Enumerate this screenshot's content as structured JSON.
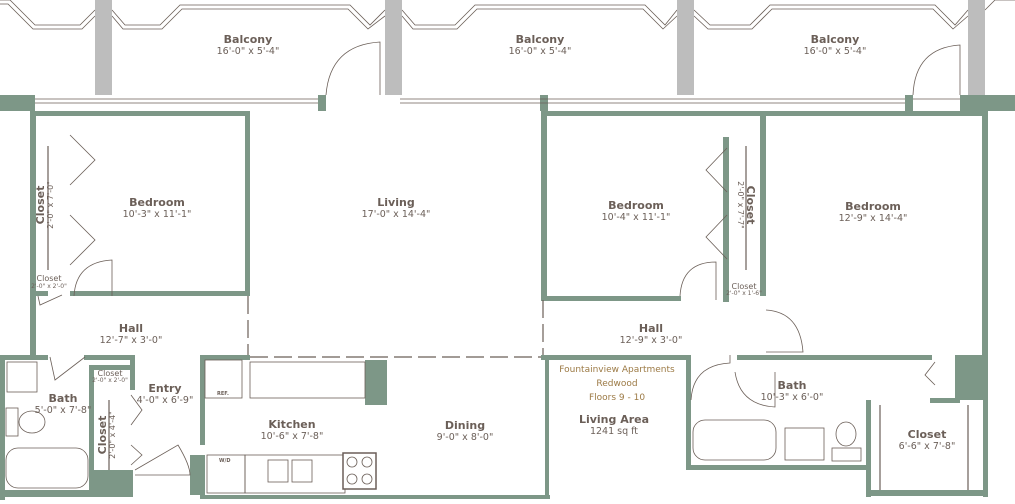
{
  "rooms": {
    "balcony1": {
      "name": "Balcony",
      "dim": "16'-0\" x 5'-4\""
    },
    "balcony2": {
      "name": "Balcony",
      "dim": "16'-0\" x 5'-4\""
    },
    "balcony3": {
      "name": "Balcony",
      "dim": "16'-0\" x 5'-4\""
    },
    "bedroom1": {
      "name": "Bedroom",
      "dim": "10'-3\" x 11'-1\""
    },
    "living": {
      "name": "Living",
      "dim": "17'-0\" x 14'-4\""
    },
    "bedroom2": {
      "name": "Bedroom",
      "dim": "10'-4\" x 11'-1\""
    },
    "bedroom3": {
      "name": "Bedroom",
      "dim": "12'-9\" x 14'-4\""
    },
    "closet_left_tall": {
      "name": "Closet",
      "dim": "2'-0\" x 7'-0\""
    },
    "closet_left_small": {
      "name": "Closet",
      "dim": "2'-0\" x 2'-0\""
    },
    "closet_right_tall": {
      "name": "Closet",
      "dim": "2'-0\" x 7'-7\""
    },
    "closet_right_small": {
      "name": "Closet",
      "dim": "2'-0\" x 1'-6\""
    },
    "hall1": {
      "name": "Hall",
      "dim": "12'-7\" x 3'-0\""
    },
    "hall2": {
      "name": "Hall",
      "dim": "12'-9\" x 3'-0\""
    },
    "bath1": {
      "name": "Bath",
      "dim": "5'-0\" x 7'-8\""
    },
    "closet_bath": {
      "name": "Closet",
      "dim": "2'-0\" x 2'-0\""
    },
    "entry": {
      "name": "Entry",
      "dim": "4'-0\" x 6'-9\""
    },
    "closet_entry": {
      "name": "Closet",
      "dim": "2'-0\" x 4'-4\""
    },
    "kitchen": {
      "name": "Kitchen",
      "dim": "10'-6\" x 7'-8\""
    },
    "dining": {
      "name": "Dining",
      "dim": "9'-0\" x 8'-0\""
    },
    "bath2": {
      "name": "Bath",
      "dim": "10'-3\" x 6'-0\""
    },
    "closet_walkin": {
      "name": "Closet",
      "dim": "6'-6\" x 7'-8\""
    }
  },
  "appliances": {
    "ref": "REF.",
    "wd": "W/D"
  },
  "info": {
    "building": "Fountainview Apartments",
    "plan": "Redwood",
    "floors": "Floors 9 - 10",
    "area_label": "Living Area",
    "area_value": "1241 sq ft"
  }
}
